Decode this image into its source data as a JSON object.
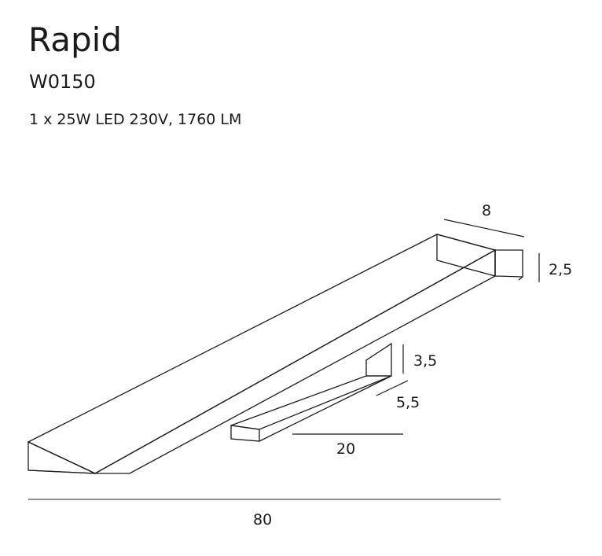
{
  "product": {
    "name": "Rapid",
    "code": "W0150",
    "spec": "1 x 25W LED 230V, 1760 LM"
  },
  "dimensions": {
    "depth": "8",
    "height": "2,5",
    "arm_height": "3,5",
    "arm_depth": "5,5",
    "arm_length": "20",
    "length": "80"
  }
}
